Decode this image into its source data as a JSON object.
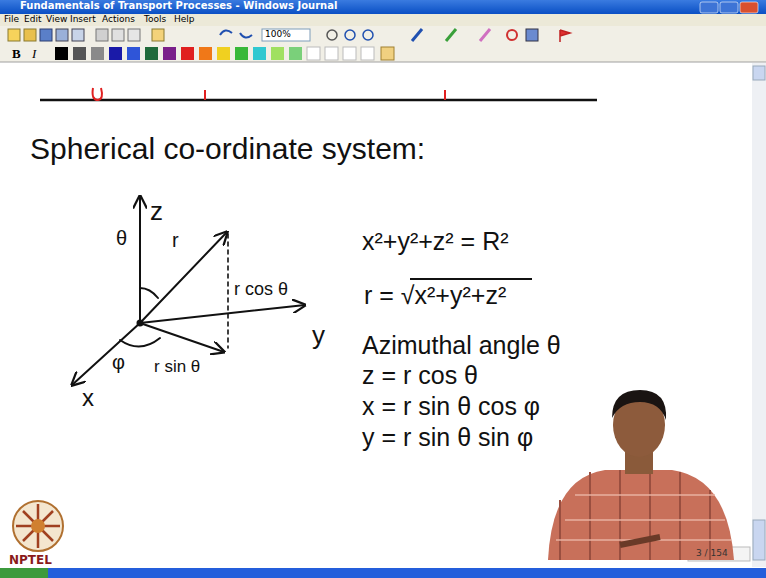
{
  "diagram": {
    "title": "Spherical co-ordinate system:",
    "labels": [
      "Fundamentals of Transport Processes - Windows Journal",
      "File",
      "Edit",
      "View",
      "Insert",
      "Actions",
      "Tools",
      "Help",
      "100%",
      "B",
      "I",
      "z",
      "θ",
      "r",
      "r cos θ",
      "r sin θ",
      "y",
      "φ",
      "x",
      "x²+y²+z² = R²",
      "r = √x²+y²+z²",
      "Azimuthal angle θ",
      "z = r cos θ",
      "x = r sin θ cos φ",
      "y = r sin θ sin φ",
      "NPTEL",
      "3 / 154"
    ]
  }
}
